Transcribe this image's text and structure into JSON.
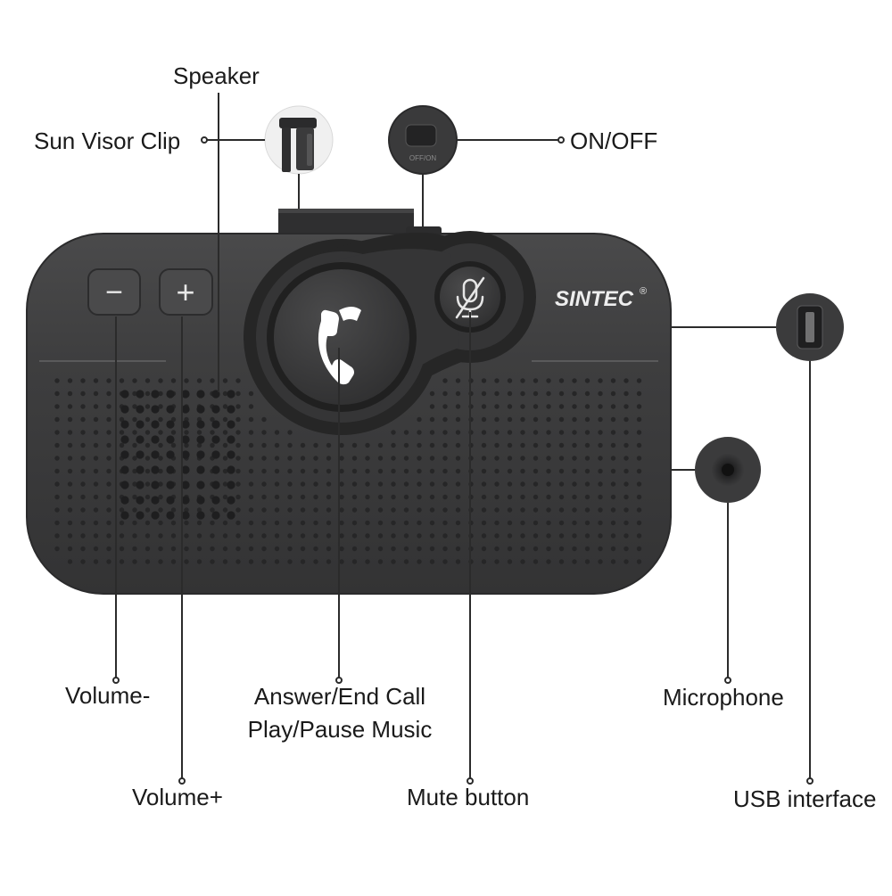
{
  "brand": {
    "name": "SINTEC",
    "mark": "®",
    "switch_text": "OFF/ON"
  },
  "labels": {
    "speaker": "Speaker",
    "sun_visor_clip": "Sun Visor Clip",
    "on_off": "ON/OFF",
    "volume_minus": "Volume-",
    "volume_plus": "Volume+",
    "answer_end_call": "Answer/End Call",
    "play_pause_music": "Play/Pause Music",
    "mute_button": "Mute button",
    "microphone": "Microphone",
    "usb_interface": "USB interface"
  },
  "buttons": {
    "minus": "−",
    "plus": "+"
  },
  "colors": {
    "device_body": "#3b3b3c",
    "device_dark": "#262626",
    "grille_hole": "#262627",
    "callout_line": "#2b2b2b",
    "text": "#1a1a1a",
    "button_fill": "#474748",
    "phone_icon": "#ffffff"
  }
}
